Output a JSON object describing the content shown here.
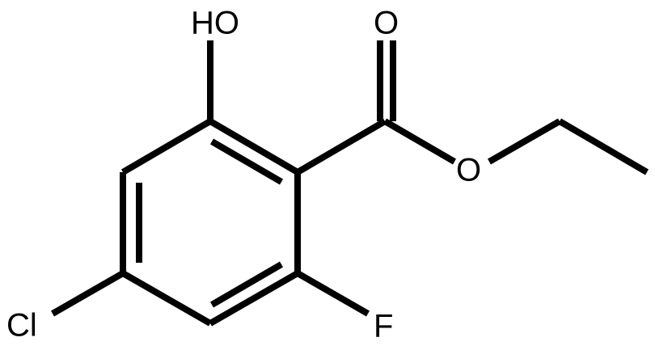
{
  "molecule": {
    "atoms": {
      "oh": "HO",
      "o_carbonyl": "O",
      "o_ester": "O",
      "f": "F",
      "cl": "Cl"
    },
    "colors": {
      "bond": "#000000",
      "label": "#000000",
      "background": "#ffffff"
    }
  }
}
